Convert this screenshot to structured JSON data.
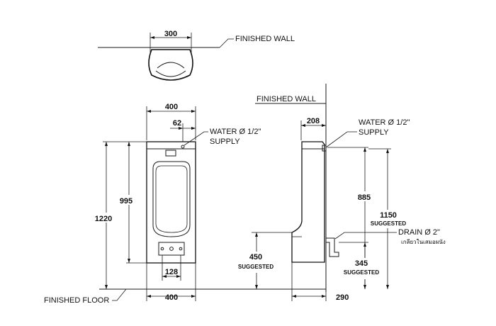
{
  "labels": {
    "finished_wall": "FINISHED WALL",
    "finished_floor": "FINISHED FLOOR",
    "water_line1": "WATER Ø 1/2\"",
    "water_line2": "SUPPLY",
    "drain": "DRAIN Ø 2\"",
    "drain_note": "เกลียวในเสมอผนัง",
    "suggested": "SUGGESTED"
  },
  "dimensions": {
    "top_width": "300",
    "front_width_top": "400",
    "water_offset": "62",
    "front_height": "995",
    "overall_height": "1220",
    "button_spacing": "128",
    "front_width_bottom": "400",
    "side_depth_top": "208",
    "water_height": "885",
    "total_height_side": "1150",
    "drain_height": "345",
    "rim_height": "450",
    "side_depth_bottom": "290"
  }
}
